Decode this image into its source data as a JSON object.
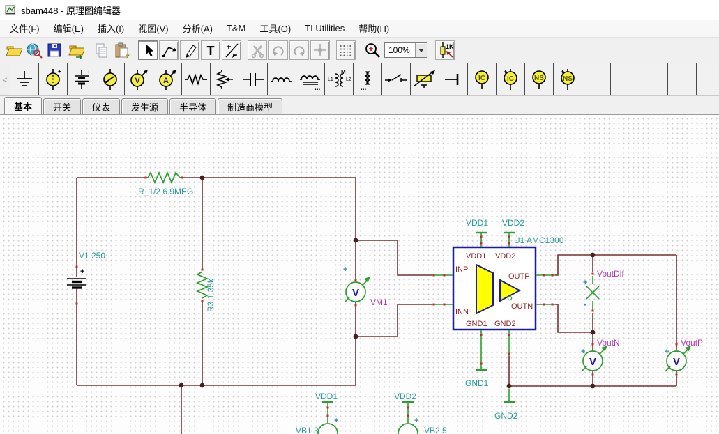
{
  "window": {
    "title": "sbam448 - 原理图编辑器"
  },
  "menu": {
    "items": [
      "文件(F)",
      "编辑(E)",
      "插入(I)",
      "视图(V)",
      "分析(A)",
      "T&M",
      "工具(O)",
      "TI Utilities",
      "帮助(H)"
    ]
  },
  "toolbar": {
    "zoom_value": "100%",
    "text_tool_glyph": "T",
    "value_tool_glyph": "1K"
  },
  "component_bar": {
    "scroll_left_glyph": "<",
    "glyphs": {
      "ic": "IC",
      "ns": "NS",
      "l1": "L1",
      "l2": "L2",
      "m": "M",
      "v": "V",
      "a": "A"
    }
  },
  "tabs": {
    "items": [
      {
        "label": "基本",
        "active": true
      },
      {
        "label": "开关",
        "active": false
      },
      {
        "label": "仪表",
        "active": false
      },
      {
        "label": "发生源",
        "active": false
      },
      {
        "label": "半导体",
        "active": false
      },
      {
        "label": "制造商模型",
        "active": false
      }
    ]
  },
  "schematic": {
    "labels": {
      "r12": "R_1/2 6.9MEG",
      "v1": "V1 250",
      "r3": "R3 1.35k",
      "vm1": "VM1",
      "meter_letter": "V",
      "u1": "U1 AMC1300",
      "vdd1_rail_top": "VDD1",
      "vdd2_rail_top": "VDD2",
      "pin_vdd1": "VDD1",
      "pin_vdd2": "VDD2",
      "pin_gnd1": "GND1",
      "pin_gnd2": "GND2",
      "pin_inp": "INP",
      "pin_inn": "INN",
      "pin_outp": "OUTP",
      "pin_outn": "OUTN",
      "voutdif": "VoutDif",
      "voutn": "VoutN",
      "voutp": "VoutP",
      "gnd1_terminal": "GND1",
      "gnd2_terminal": "GND2",
      "vdd1_bottom": "VDD1",
      "vdd2_bottom": "VDD2",
      "vb1_partial": "VB1 3",
      "vb2_partial": "VB2 5",
      "plus": "+",
      "minus": "-"
    },
    "colors": {
      "wire": "#7a3232",
      "component_green": "#2f9e2f",
      "label_teal": "#2a9c9c",
      "label_magenta": "#b13ab1",
      "ic_border": "#1b1b9e",
      "ic_pin_text": "#8e1f1f",
      "component_fill_yellow": "#ffff00",
      "pin_mark_red": "#cc2a2a"
    }
  }
}
